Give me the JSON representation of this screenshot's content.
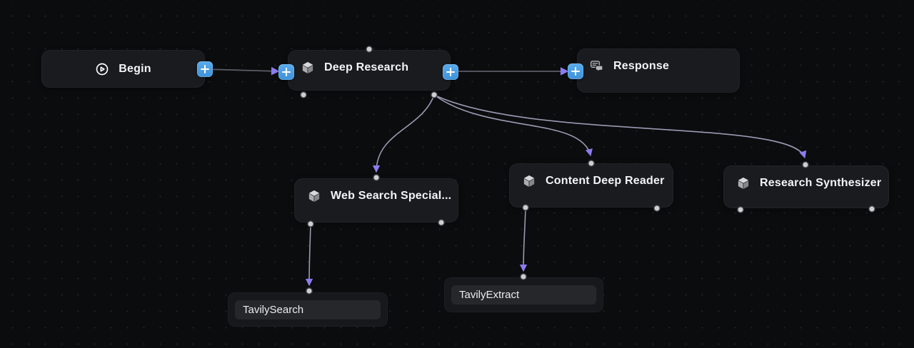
{
  "canvas": {
    "type": "agent-workflow-editor",
    "grid": "dotted",
    "colors": {
      "canvas_bg": "#0b0c0e",
      "node_bg": "#1a1b1f",
      "node_text": "#f3f4f6",
      "tool_node_bg": "#17181c",
      "tool_field_bg": "#25272b",
      "plus_blue": "#469ee3",
      "edge_gray": "#9a9ab2",
      "arrow_purple": "#8b7cf0",
      "handle_gray": "#cdced1"
    }
  },
  "nodes": [
    {
      "id": "begin",
      "label": "Begin",
      "icon": "play-circle-icon"
    },
    {
      "id": "deep-research",
      "label": "Deep Research",
      "icon": "box-icon"
    },
    {
      "id": "response",
      "label": "Response",
      "icon": "message-icon"
    },
    {
      "id": "web-search-specialist",
      "label": "Web Search Special...",
      "icon": "box-icon"
    },
    {
      "id": "content-deep-reader",
      "label": "Content Deep Reader",
      "icon": "box-icon"
    },
    {
      "id": "research-synthesizer",
      "label": "Research Synthesizer",
      "icon": "box-icon"
    }
  ],
  "tools": [
    {
      "id": "tavily-search",
      "label": "TavilySearch"
    },
    {
      "id": "tavily-extract",
      "label": "TavilyExtract"
    }
  ],
  "edges": [
    {
      "from": "begin",
      "to": "deep-research"
    },
    {
      "from": "deep-research",
      "to": "response"
    },
    {
      "from": "deep-research",
      "to": "web-search-specialist"
    },
    {
      "from": "deep-research",
      "to": "content-deep-reader"
    },
    {
      "from": "deep-research",
      "to": "research-synthesizer"
    },
    {
      "from": "web-search-specialist",
      "to": "tavily-search"
    },
    {
      "from": "content-deep-reader",
      "to": "tavily-extract"
    }
  ]
}
